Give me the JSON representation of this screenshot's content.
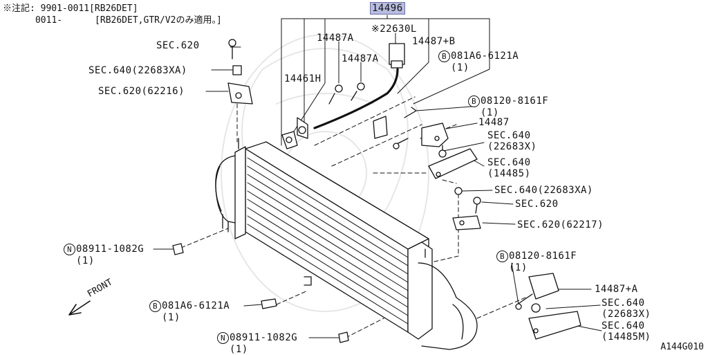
{
  "note": {
    "line1": "※注記: 9901-0011[RB26DET]",
    "line2": "      0011-      [RB26DET,GTR/V2のみ適用。]"
  },
  "parts": [
    {
      "id": "p-14496",
      "text": "14496",
      "highlight": true
    },
    {
      "id": "p-22630l",
      "text": "※22630L"
    },
    {
      "id": "p-14487a-1",
      "text": "14487A"
    },
    {
      "id": "p-14487a-2",
      "text": "14487A"
    },
    {
      "id": "p-14487b",
      "text": "14487+B"
    },
    {
      "id": "p-081a6-top",
      "text": "081A6-6121A",
      "circle": "B",
      "qty": "(1)"
    },
    {
      "id": "p-14461h",
      "text": "14461H"
    },
    {
      "id": "p-08120-top",
      "text": "08120-8161F",
      "circle": "B",
      "qty": "(1)"
    },
    {
      "id": "p-14487",
      "text": "14487"
    },
    {
      "id": "p-sec640-22683x-top",
      "text": "SEC.640",
      "sub": "(22683X)"
    },
    {
      "id": "p-sec640-14485",
      "text": "SEC.640",
      "sub": "(14485)"
    },
    {
      "id": "p-sec640-22683xa-right",
      "text": "SEC.640(22683XA)"
    },
    {
      "id": "p-sec620-right",
      "text": "SEC.620"
    },
    {
      "id": "p-sec620-62217",
      "text": "SEC.620(62217)"
    },
    {
      "id": "p-sec620-topleft",
      "text": "SEC.620"
    },
    {
      "id": "p-sec640-22683xa-left",
      "text": "SEC.640(22683XA)"
    },
    {
      "id": "p-sec620-62216",
      "text": "SEC.620(62216)"
    },
    {
      "id": "p-08911-left",
      "text": "08911-1082G",
      "circle": "N",
      "qty": "(1)"
    },
    {
      "id": "p-08120-bottom",
      "text": "08120-8161F",
      "circle": "B",
      "qty": "(1)"
    },
    {
      "id": "p-14487pa",
      "text": "14487+A"
    },
    {
      "id": "p-sec640-22683x-bottom",
      "text": "SEC.640",
      "sub": "(22683X)"
    },
    {
      "id": "p-sec640-14485m",
      "text": "SEC.640",
      "sub": "(14485M)"
    },
    {
      "id": "p-081a6-bottom",
      "text": "081A6-6121A",
      "circle": "B",
      "qty": "(1)"
    },
    {
      "id": "p-08911-bottom",
      "text": "08911-1082G",
      "circle": "N",
      "qty": "(1)"
    }
  ],
  "front_label": "FRONT",
  "figure_ref": "A144G010"
}
